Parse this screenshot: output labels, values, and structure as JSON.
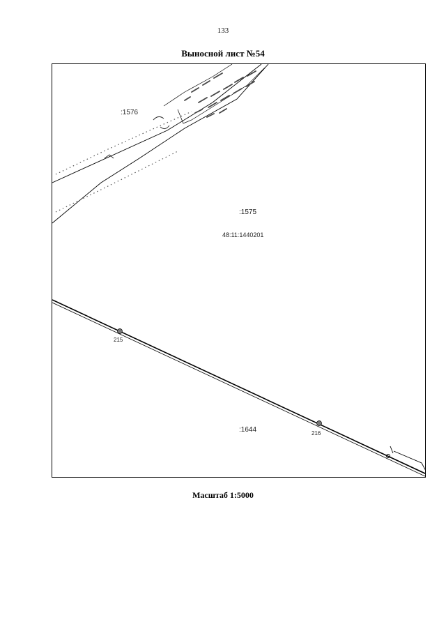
{
  "page": {
    "number": "133",
    "title": "Выносной лист №54",
    "scale_caption": "Масштаб 1:5000"
  },
  "map": {
    "parcels": [
      ":1576",
      ":1575",
      ":1644"
    ],
    "quarter": "48:11:1440201",
    "points": [
      "215",
      "216"
    ]
  }
}
